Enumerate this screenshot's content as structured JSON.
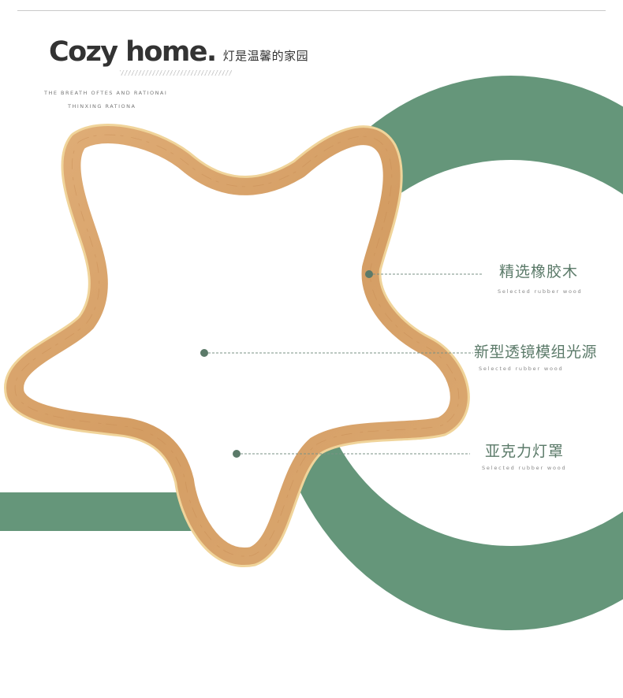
{
  "brand": {
    "wordmark": "Cozy home.",
    "slogan": "灯是温馨的家园",
    "tagline_line1": "THE  BREATH OFTES AND RATIONAI",
    "tagline_line2": "THINXING RATIONA"
  },
  "features": [
    {
      "title": "精选橡胶木",
      "subtitle": "Selected rubber wood"
    },
    {
      "title": "新型透镜模组光源",
      "subtitle": "Selected rubber wood"
    },
    {
      "title": "亚克力灯罩",
      "subtitle": "Selected rubber wood"
    }
  ],
  "colors": {
    "accent_green": "#65967a",
    "wood": "#d9a46d",
    "wood_light": "#ecc79a",
    "dot": "#5b7a69",
    "text_dark": "#333333"
  },
  "icons": [
    "star-lamp-frame-icon",
    "green-ring-decoration",
    "callout-dot-icon"
  ]
}
